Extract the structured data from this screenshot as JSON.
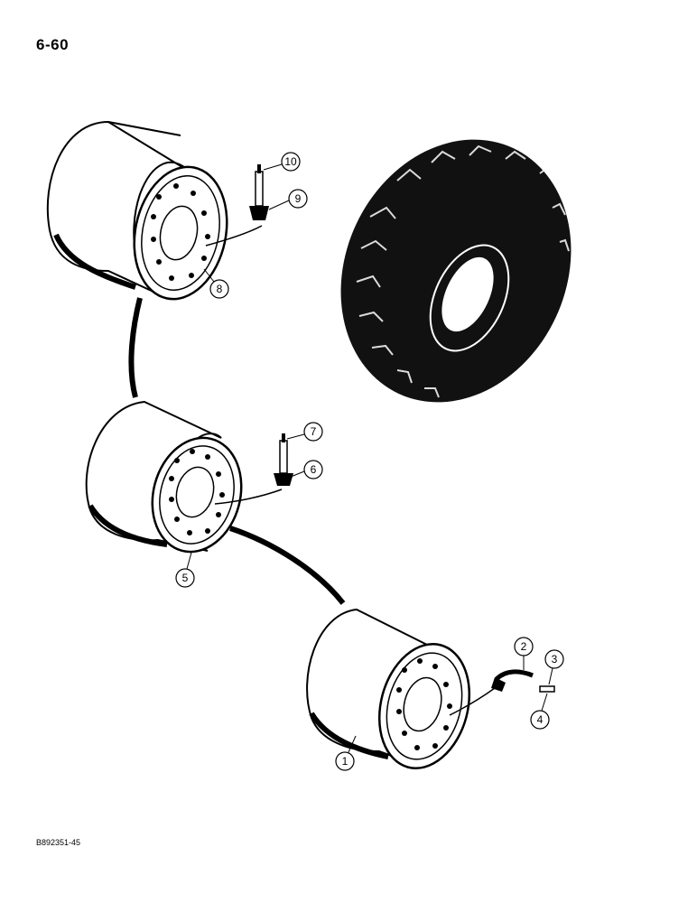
{
  "header": {
    "page_number": "6-60"
  },
  "footer": {
    "figure_code": "B892351-45"
  },
  "callouts": [
    {
      "id": "1",
      "label": "1"
    },
    {
      "id": "2",
      "label": "2"
    },
    {
      "id": "3",
      "label": "3"
    },
    {
      "id": "4",
      "label": "4"
    },
    {
      "id": "5",
      "label": "5"
    },
    {
      "id": "6",
      "label": "6"
    },
    {
      "id": "7",
      "label": "7"
    },
    {
      "id": "8",
      "label": "8"
    },
    {
      "id": "9",
      "label": "9"
    },
    {
      "id": "10",
      "label": "10"
    }
  ],
  "icons": {
    "wheel_rim": "wheel-rim-icon",
    "tire": "tire-icon",
    "valve_stem": "valve-stem-icon"
  }
}
